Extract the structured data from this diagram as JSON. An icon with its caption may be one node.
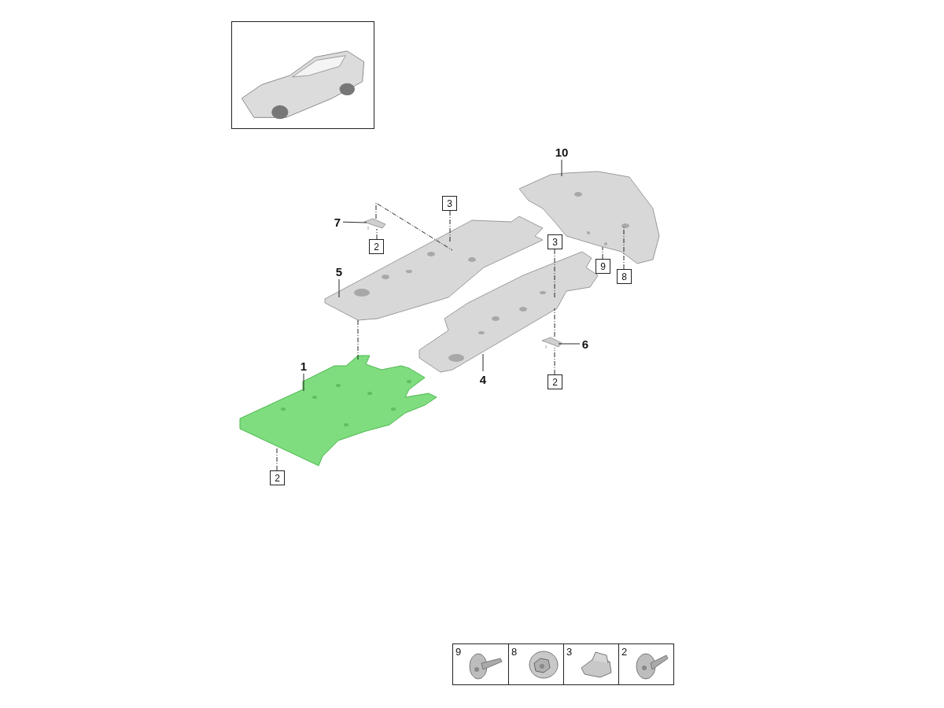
{
  "diagram": {
    "nodes": [
      {
        "text": [],
        "shape": "picture"
      },
      {
        "text": [
          "10"
        ]
      },
      {
        "text": [],
        "shape": "picture"
      },
      {
        "text": [
          "7"
        ]
      },
      {
        "text": [],
        "shape": "picture"
      },
      {
        "text": [
          "3"
        ]
      },
      {
        "text": [
          "2"
        ]
      },
      {
        "text": [
          "5"
        ]
      },
      {
        "text": [],
        "shape": "picture"
      },
      {
        "text": [
          "3"
        ]
      },
      {
        "text": [
          "9"
        ]
      },
      {
        "text": [
          "8"
        ]
      },
      {
        "text": [],
        "shape": "picture"
      },
      {
        "text": [],
        "shape": "picture"
      },
      {
        "text": [
          "6"
        ]
      },
      {
        "text": [
          "1"
        ]
      },
      {
        "text": [],
        "shape": "picture"
      },
      {
        "text": [
          "4"
        ]
      },
      {
        "text": [
          "2"
        ]
      },
      {
        "text": [
          "2"
        ]
      }
    ],
    "edges": [
      {
        "from": 1,
        "to": 2,
        "arrow": "none"
      },
      {
        "from": 3,
        "to": 4,
        "arrow": "none"
      },
      {
        "from": 6,
        "to": 4,
        "arrow": "none",
        "style": "dashed"
      },
      {
        "from": 4,
        "to": 8,
        "arrow": "none",
        "style": "dashed"
      },
      {
        "from": 5,
        "to": 8,
        "arrow": "none",
        "style": "dashed"
      },
      {
        "from": 7,
        "to": 8,
        "arrow": "none"
      },
      {
        "from": 8,
        "to": 16,
        "arrow": "none",
        "style": "dashed"
      },
      {
        "from": 9,
        "to": 12,
        "arrow": "none",
        "style": "dashed"
      },
      {
        "from": 13,
        "to": 12,
        "arrow": "none",
        "style": "dashed"
      },
      {
        "from": 18,
        "to": 13,
        "arrow": "none",
        "style": "dashed"
      },
      {
        "from": 14,
        "to": 13,
        "arrow": "none"
      },
      {
        "from": 17,
        "to": 12,
        "arrow": "none"
      },
      {
        "from": 10,
        "to": 2,
        "arrow": "none",
        "style": "dashed"
      },
      {
        "from": 11,
        "to": 2,
        "arrow": "none",
        "style": "dashed"
      },
      {
        "from": 15,
        "to": 16,
        "arrow": "none"
      },
      {
        "from": 19,
        "to": 16,
        "arrow": "none",
        "style": "dashed"
      }
    ],
    "labels": [
      "9",
      "8",
      "3",
      "2"
    ]
  }
}
